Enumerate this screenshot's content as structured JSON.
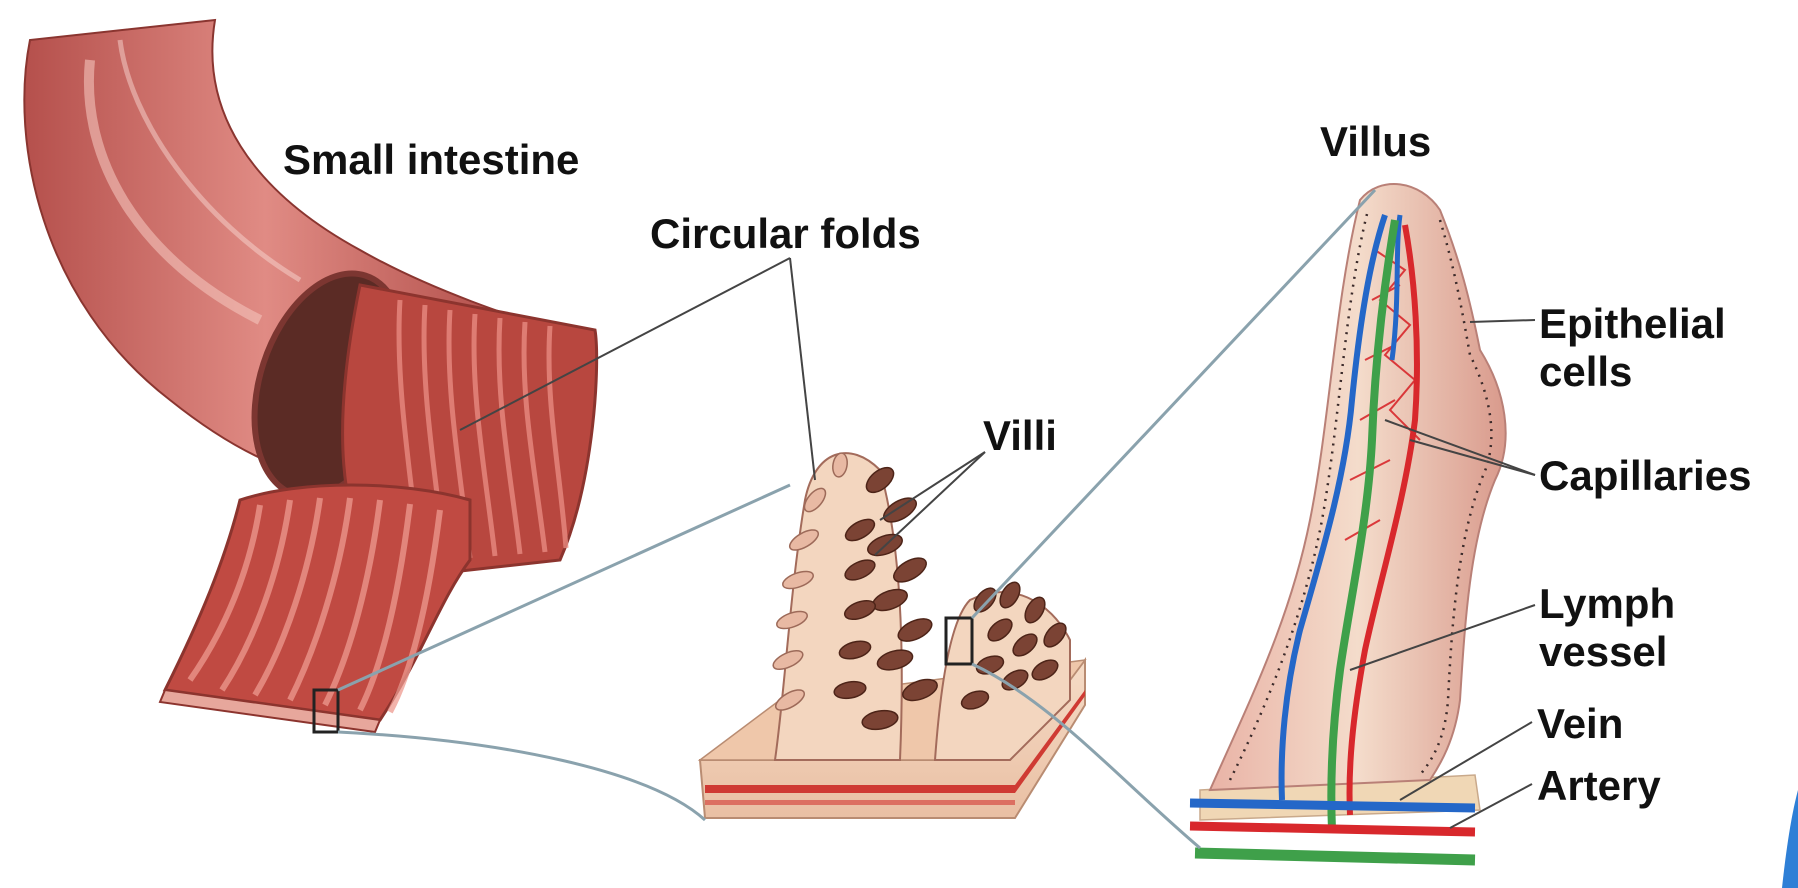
{
  "labels": {
    "small_intestine": "Small intestine",
    "circular_folds": "Circular folds",
    "villi": "Villi",
    "villus": "Villus",
    "epithelial_cells": [
      "Epithelial",
      "cells"
    ],
    "capillaries": "Capillaries",
    "lymph_vessel": [
      "Lymph",
      "vessel"
    ],
    "vein": "Vein",
    "artery": "Artery"
  },
  "colors": {
    "intestine_wall": "#c9605a",
    "intestine_dark": "#9a3a36",
    "fold": "#b8473f",
    "tissue": "#f1d2b8",
    "villus_dark": "#6e3a2e",
    "vein": "#2467c8",
    "artery": "#d8282c",
    "lymph": "#3fa04a",
    "leader_line": "#444444",
    "zoom_line": "#8aa2ad",
    "accent_corner": "#2e7fd6"
  },
  "icons": {
    "intestine": "small-intestine-illustration",
    "section": "villi-section-illustration",
    "villus": "villus-illustration"
  }
}
